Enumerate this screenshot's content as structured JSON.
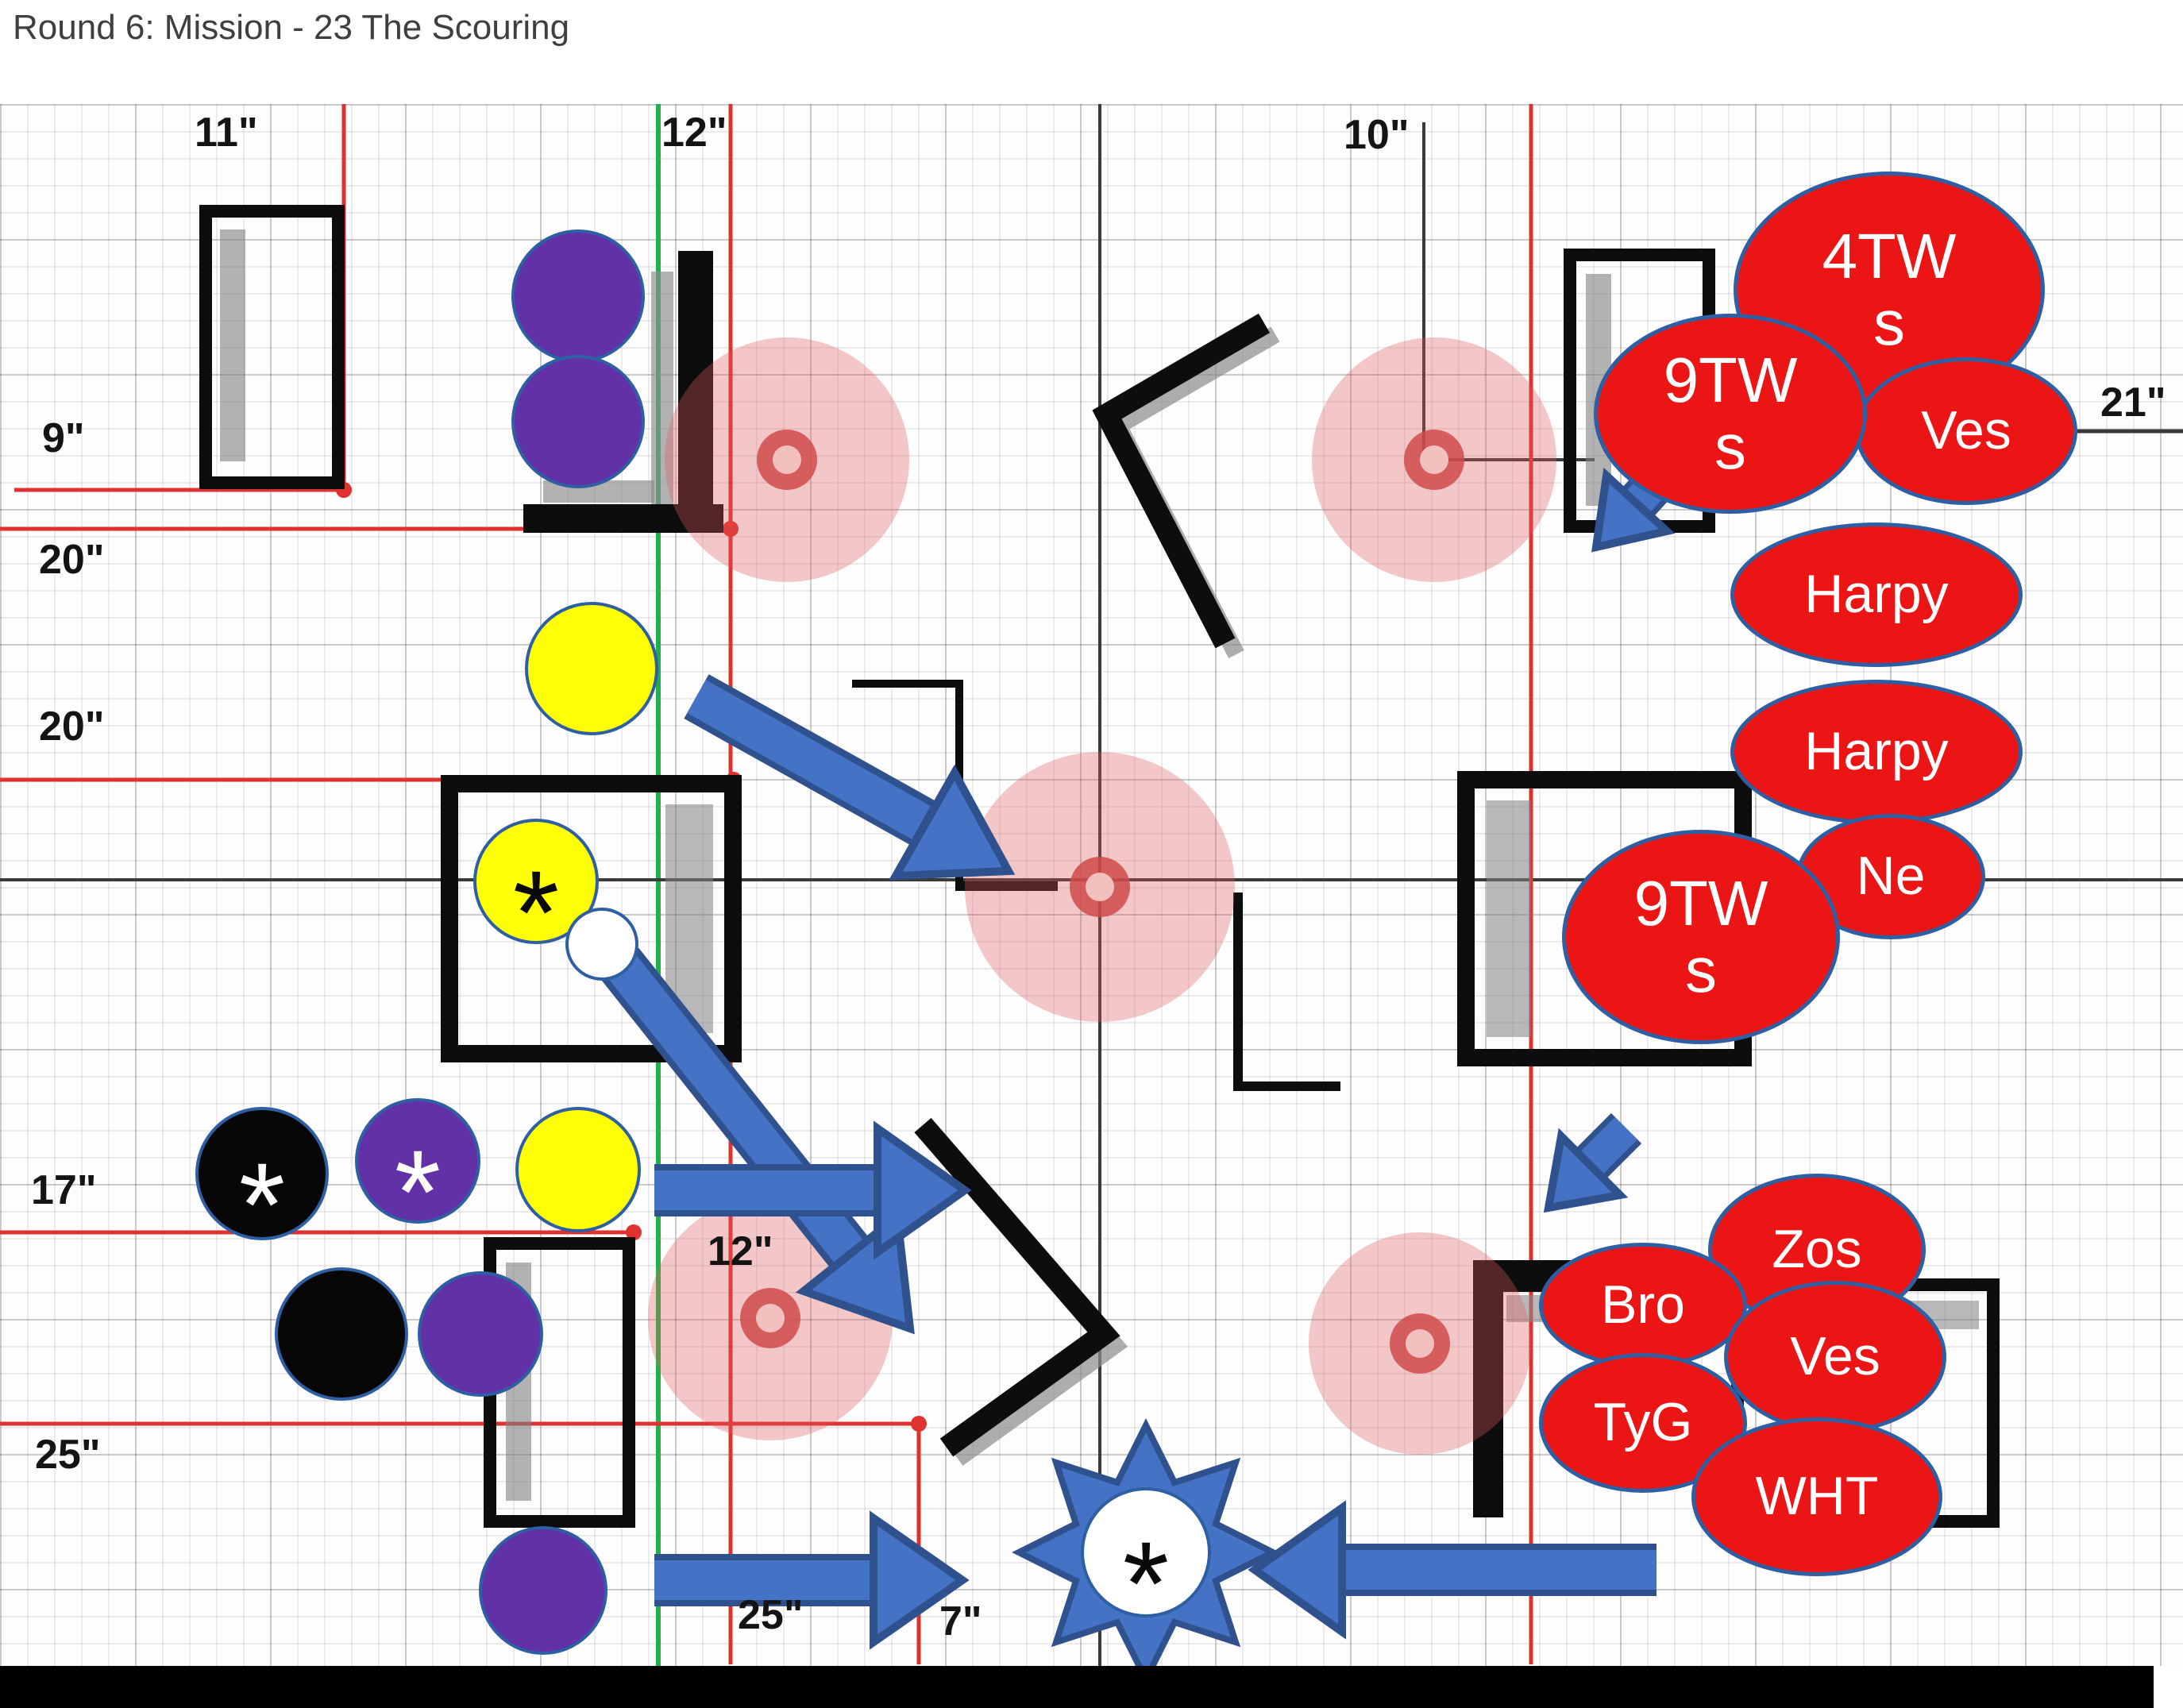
{
  "title": "Round 6: Mission - 23 The Scouring",
  "marker": "*",
  "measurements": [
    "11\"",
    "12\"",
    "10\"",
    "9\"",
    "21\"",
    "20\"",
    "20\"",
    "17\"",
    "12\"",
    "25\"",
    "25\"",
    "7\""
  ],
  "enemy_units": [
    "4TWs",
    "9TWs",
    "Ves",
    "Harpy",
    "Harpy",
    "Ne",
    "9TWs",
    "Zos",
    "Bro",
    "Ves",
    "TyG",
    "WHT"
  ],
  "colors": {
    "enemy_fill": "#ec1515",
    "unit_border": "#2e5fa3",
    "arrow_fill": "#4472c4",
    "arrow_border": "#2f528f",
    "purple_unit": "#6231a8",
    "yellow_unit": "#ffff05",
    "black_unit": "#070707",
    "objective_pink": "#e05a5a",
    "red_line": "#e03131",
    "green_line": "#21b14c"
  }
}
